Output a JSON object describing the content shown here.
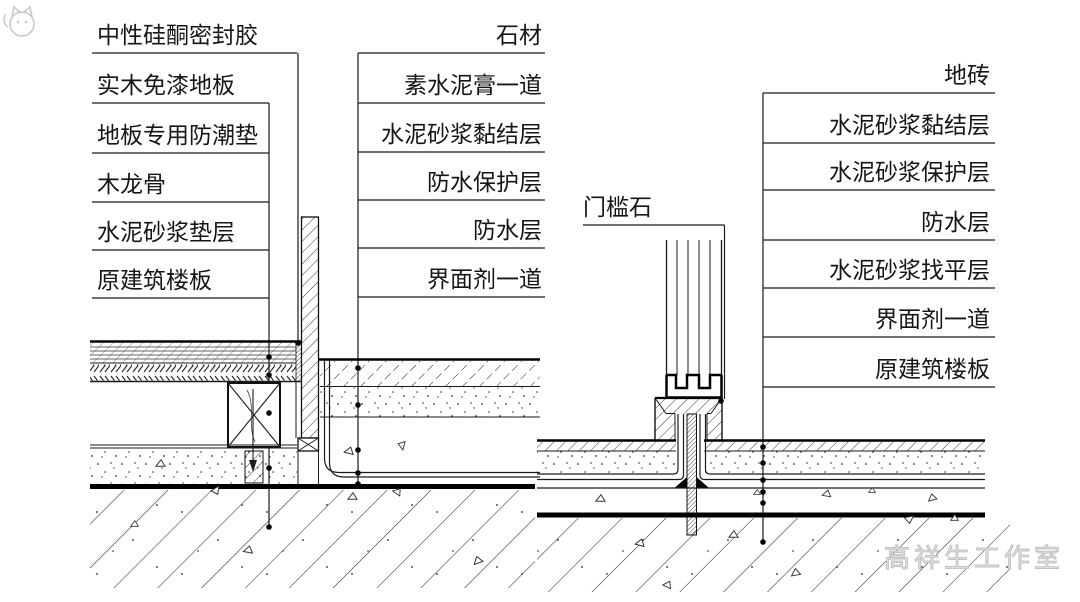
{
  "ink_color": "#1a1a1a",
  "watermark": {
    "text": "高祥生工作室",
    "color": "#c2c2c2"
  },
  "left_detail": {
    "floor_labels": [
      "中性硅酮密封胶",
      "实木免漆地板",
      "地板专用防潮垫",
      "木龙骨",
      "水泥砂浆垫层",
      "原建筑楼板"
    ],
    "stone_labels": [
      "石材",
      "素水泥膏一道",
      "水泥砂浆黏结层",
      "防水保护层",
      "防水层",
      "界面剂一道"
    ]
  },
  "right_detail": {
    "threshold_label": "门槛石",
    "tile_labels": [
      "地砖",
      "水泥砂浆黏结层",
      "水泥砂浆保护层",
      "防水层",
      "水泥砂浆找平层",
      "界面剂一道",
      "原建筑楼板"
    ]
  }
}
